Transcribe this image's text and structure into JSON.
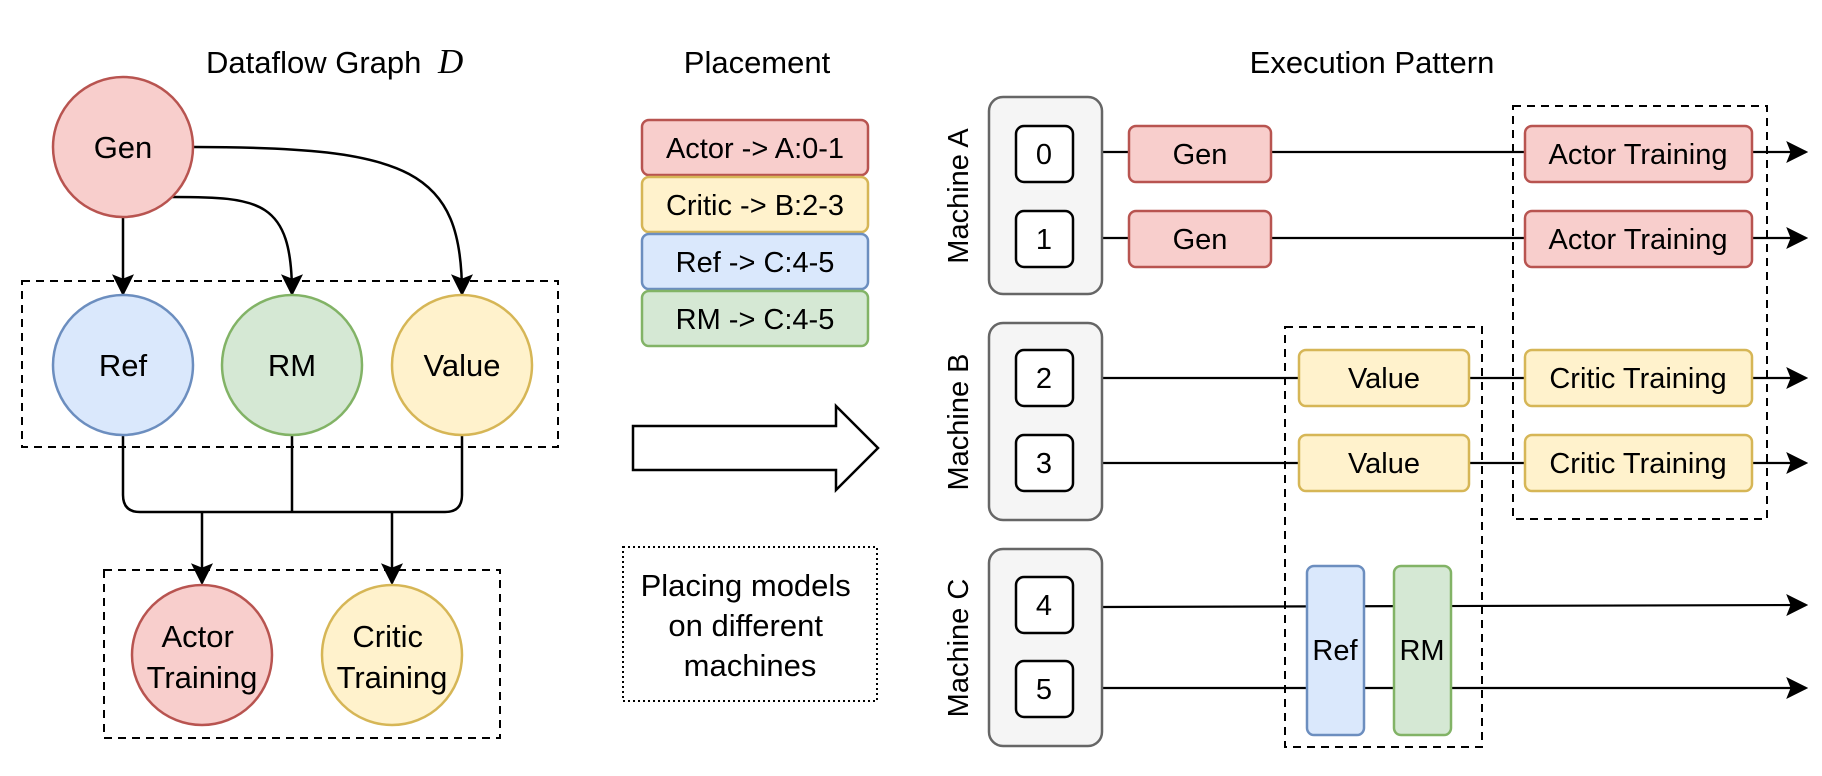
{
  "titles": {
    "dataflow": "Dataflow Graph",
    "dataflow_symbol": "D",
    "placement": "Placement",
    "execution": "Execution Pattern"
  },
  "graph": {
    "gen": "Gen",
    "ref": "Ref",
    "rm": "RM",
    "value": "Value",
    "actor_training": [
      "Actor",
      "Training"
    ],
    "critic_training": [
      "Critic",
      "Training"
    ]
  },
  "placement": {
    "items": [
      {
        "text": "Actor -> A:0-1",
        "color": "#f8cecc",
        "stroke": "#b85450"
      },
      {
        "text": "Critic -> B:2-3",
        "color": "#fff2cc",
        "stroke": "#d6b656"
      },
      {
        "text": "Ref -> C:4-5",
        "color": "#dae8fc",
        "stroke": "#6c8ebf"
      },
      {
        "text": "RM -> C:4-5",
        "color": "#d5e8d4",
        "stroke": "#82b366"
      }
    ],
    "note": [
      "Placing models",
      "on different",
      "machines"
    ]
  },
  "execution": {
    "machines": [
      {
        "name": "Machine A",
        "gpus": [
          "0",
          "1"
        ]
      },
      {
        "name": "Machine B",
        "gpus": [
          "2",
          "3"
        ]
      },
      {
        "name": "Machine C",
        "gpus": [
          "4",
          "5"
        ]
      }
    ],
    "tasks": {
      "gen": "Gen",
      "actor_training": "Actor Training",
      "value": "Value",
      "critic_training": "Critic Training",
      "ref": "Ref",
      "rm": "RM"
    }
  },
  "colors": {
    "red_fill": "#f8cecc",
    "red_stroke": "#b85450",
    "yellow_fill": "#fff2cc",
    "yellow_stroke": "#d6b656",
    "blue_fill": "#dae8fc",
    "blue_stroke": "#6c8ebf",
    "green_fill": "#d5e8d4",
    "green_stroke": "#82b366",
    "machine_fill": "#f5f5f5",
    "machine_stroke": "#666666"
  }
}
